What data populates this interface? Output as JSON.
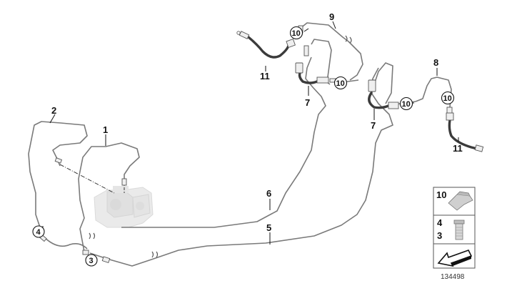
{
  "diagram": {
    "callouts": {
      "c1": "1",
      "c2": "2",
      "c3": "3",
      "c4": "4",
      "c5": "5",
      "c6": "6",
      "c7a": "7",
      "c7b": "7",
      "c8": "8",
      "c9": "9",
      "c10a": "10",
      "c10b": "10",
      "c10c": "10",
      "c11a": "11",
      "c11b": "11"
    },
    "legend": {
      "row1": "10",
      "row2_top": "4",
      "row2_bottom": "3"
    },
    "figure_number": "134498"
  }
}
